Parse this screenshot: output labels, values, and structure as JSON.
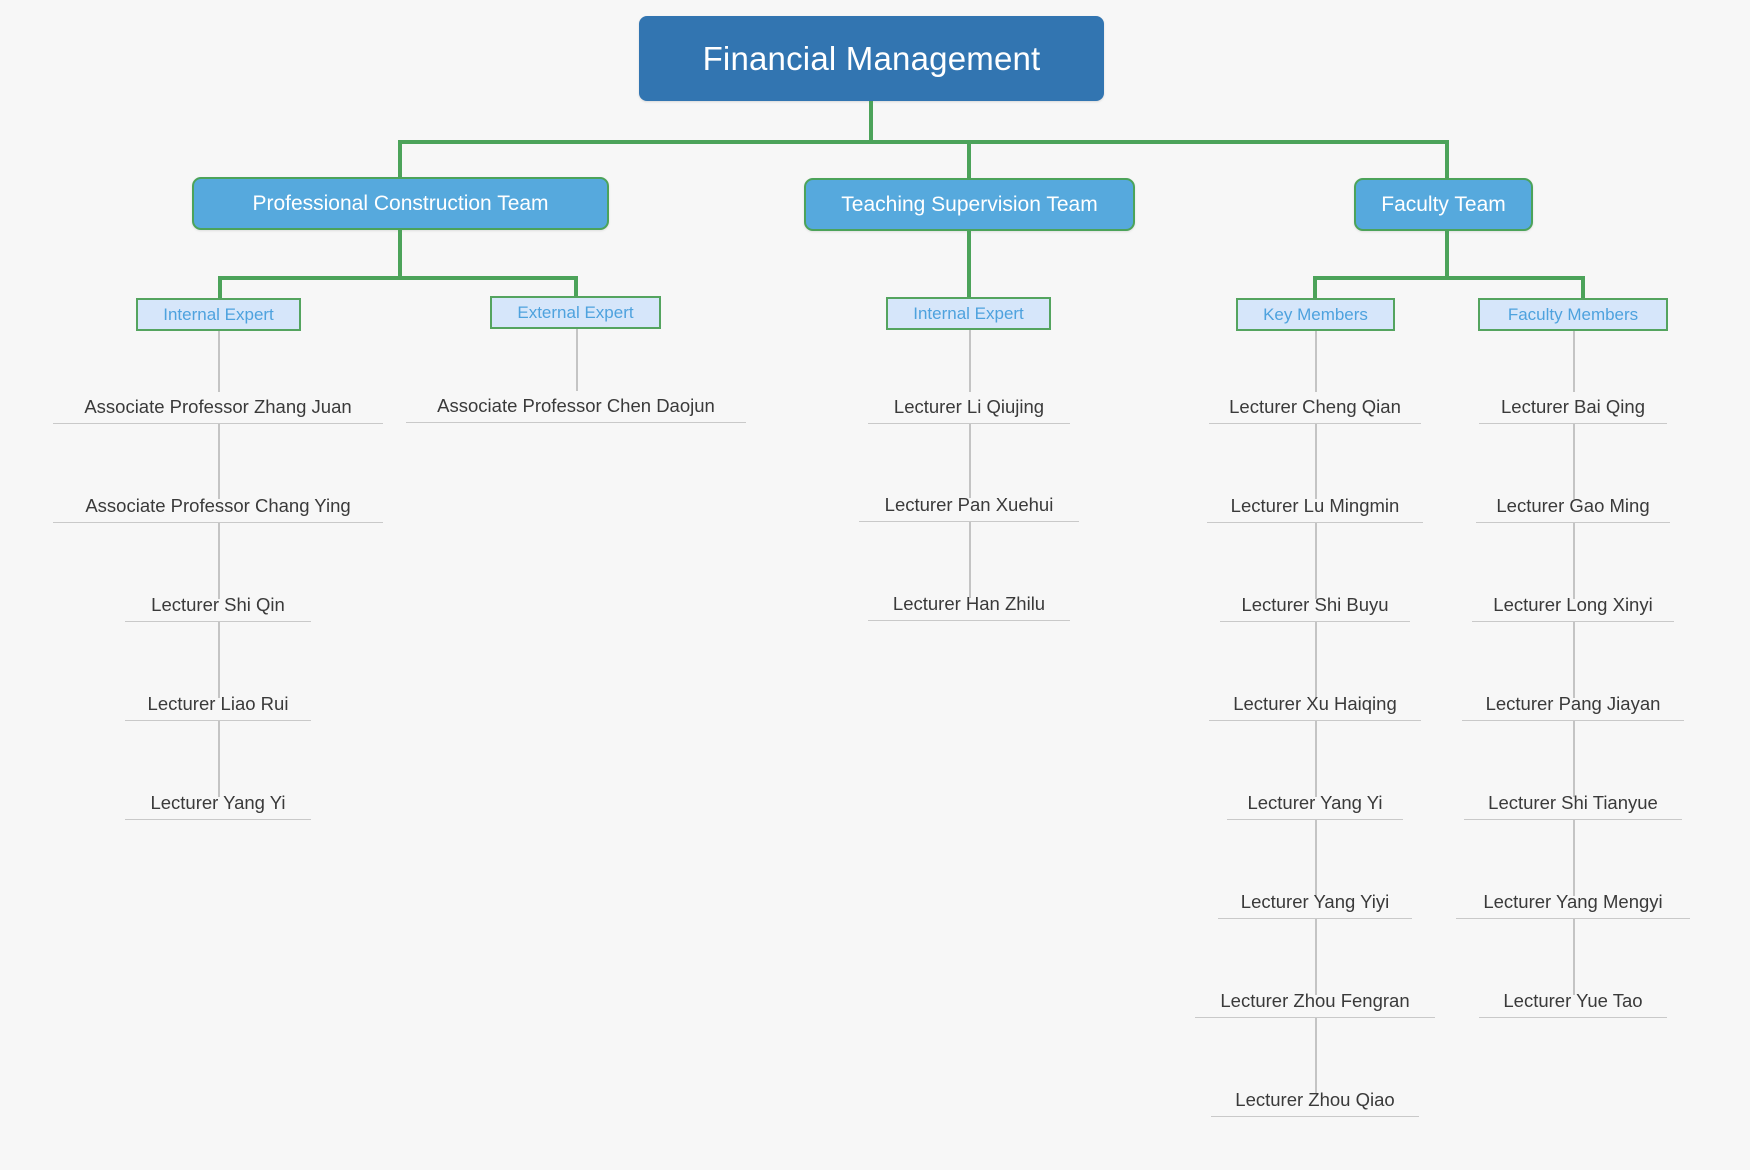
{
  "chart_data": {
    "type": "tree",
    "title": "Financial Management",
    "orientation": "top-down",
    "levels": 4,
    "node_count": 31
  },
  "theme": {
    "background": "#f7f7f7",
    "root_fill": "#3275b1",
    "root_text": "#ffffff",
    "team_fill": "#56a9dd",
    "team_border": "#4ca35a",
    "team_text": "#ffffff",
    "category_fill": "#d6e6fa",
    "category_border": "#54a45f",
    "category_text": "#4ea2de",
    "leaf_text": "#3a3a3a",
    "connector_green": "#4ca35a",
    "connector_grey": "#c4c4c4"
  },
  "root": {
    "label": "Financial Management"
  },
  "branches": [
    {
      "team": {
        "label": "Professional Construction Team"
      },
      "categories": [
        {
          "label": "Internal Expert",
          "members": [
            "Associate Professor Zhang Juan",
            "Associate Professor Chang Ying",
            "Lecturer Shi Qin",
            "Lecturer Liao Rui",
            "Lecturer Yang Yi"
          ]
        },
        {
          "label": "External Expert",
          "members": [
            "Associate Professor Chen Daojun"
          ]
        }
      ]
    },
    {
      "team": {
        "label": "Teaching Supervision Team"
      },
      "categories": [
        {
          "label": "Internal Expert",
          "members": [
            "Lecturer Li Qiujing",
            "Lecturer Pan Xuehui",
            "Lecturer Han Zhilu"
          ]
        }
      ]
    },
    {
      "team": {
        "label": "Faculty Team"
      },
      "categories": [
        {
          "label": "Key Members",
          "members": [
            "Lecturer Cheng Qian",
            "Lecturer Lu Mingmin",
            "Lecturer Shi Buyu",
            "Lecturer Xu Haiqing",
            "Lecturer Yang Yi",
            "Lecturer Yang Yiyi",
            "Lecturer Zhou Fengran",
            "Lecturer Zhou Qiao"
          ]
        },
        {
          "label": "Faculty Members",
          "members": [
            "Lecturer Bai Qing",
            "Lecturer Gao Ming",
            "Lecturer Long Xinyi",
            "Lecturer Pang Jiayan",
            "Lecturer Shi Tianyue",
            "Lecturer Yang Mengyi",
            "Lecturer Yue Tao"
          ]
        }
      ]
    }
  ]
}
